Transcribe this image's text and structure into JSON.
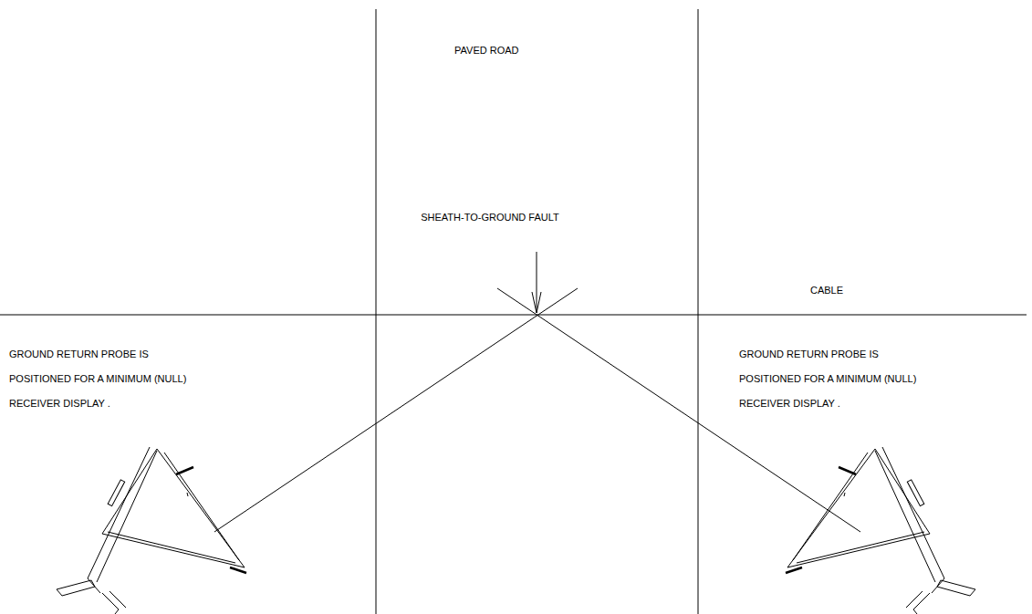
{
  "diagram": {
    "labels": [
      "PAVED ROAD",
      "SHEATH-TO-GROUND FAULT",
      "CABLE",
      "GROUND RETURN PROBE IS POSITIONED FOR A MINIMUM (NULL) RECEIVER DISPLAY .",
      "GROUND RETURN PROBE IS POSITIONED FOR A MINIMUM (NULL) RECEIVER DISPLAY ."
    ]
  }
}
